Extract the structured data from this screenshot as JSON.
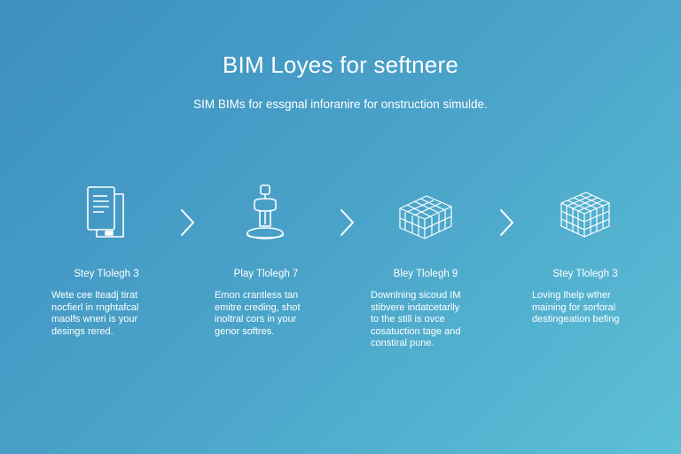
{
  "header": {
    "title": "BIM Loyes for seftnere",
    "subtitle": "SIM BIMs for essgnal inforanire for onstruction simulde."
  },
  "steps": [
    {
      "icon": "document-icon",
      "label": "Stey Tlolegh 3",
      "desc": "Wete cee lteadj tirat\nnocfierl in rnghtafcal\nmaolfs wneri is your\ndesings rered."
    },
    {
      "icon": "valve-icon",
      "label": "Play Tlolegh 7",
      "desc": "Emon crantless tan\nemitre creding, shot\ninoltral cors in your\ngenor softres."
    },
    {
      "icon": "building-model-icon",
      "label": "Bley Tlolegh 9",
      "desc": "Downlning sicoud IM\nstibvere indatcetarlly\nto the still is ovce\ncosatuction tage and\nconstiral pune."
    },
    {
      "icon": "cube-grid-icon",
      "label": "Stey Tlolegh 3",
      "desc": "Loving lhelp wther\nmaining for sorforal\ndestingeation befing"
    }
  ],
  "colors": {
    "bg_start": "#3d8fc0",
    "bg_end": "#5cc0d6",
    "foreground": "#ffffff"
  }
}
